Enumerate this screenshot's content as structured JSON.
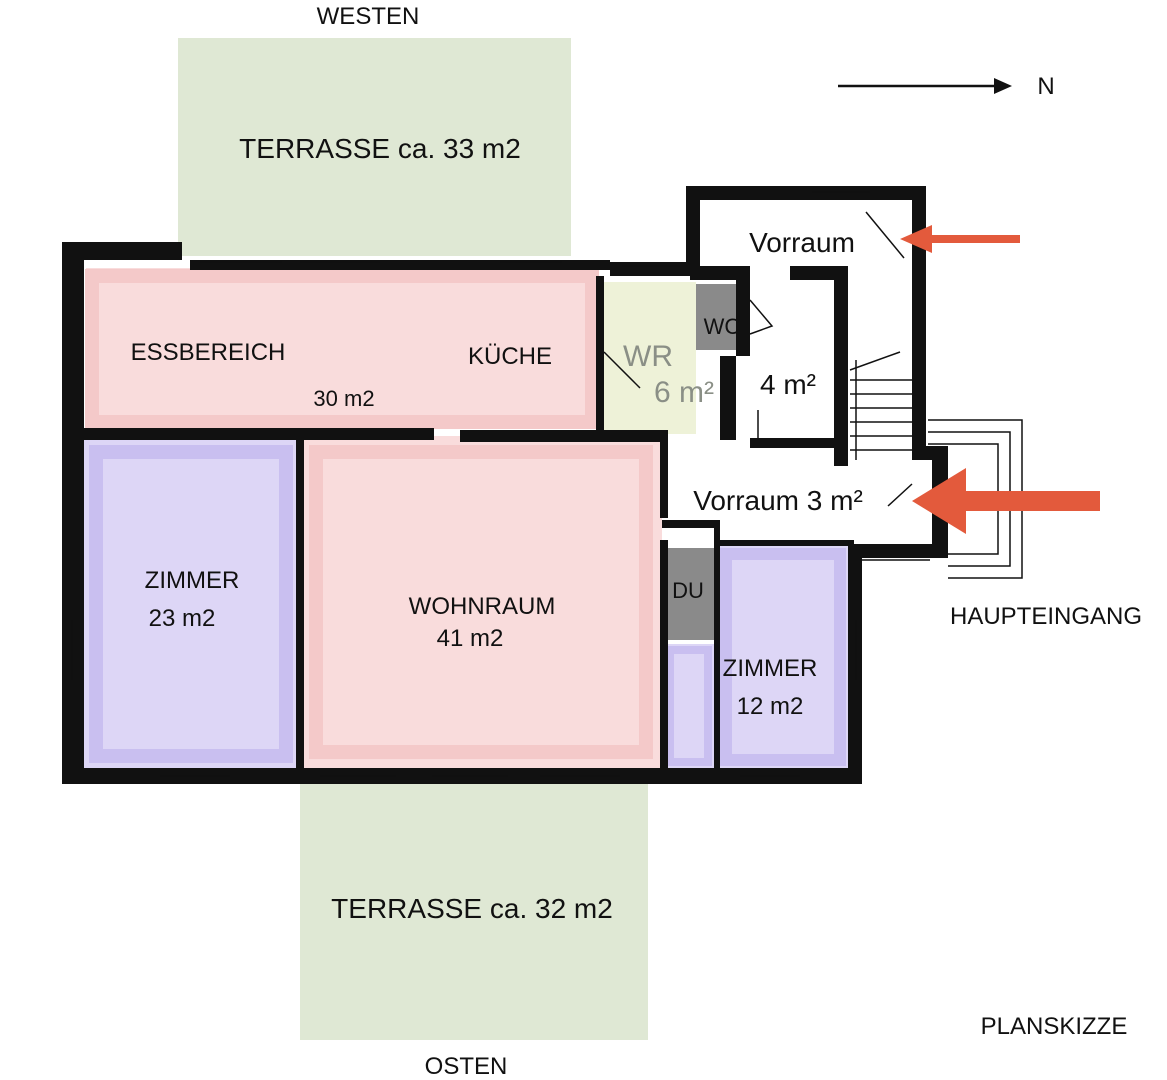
{
  "compass": {
    "west": "WESTEN",
    "east": "OSTEN",
    "north": "N"
  },
  "plan_title": "PLANSKIZZE",
  "entrance_label": "HAUPTEINGANG",
  "terraces": [
    {
      "id": "west",
      "label": "TERRASSE ca. 33 m2"
    },
    {
      "id": "east",
      "label": "TERRASSE ca. 32 m2"
    }
  ],
  "rooms": {
    "essbereich": "ESSBEREICH",
    "kueche": "KÜCHE",
    "ess_area": "30 m2",
    "zimmer_left": {
      "name": "ZIMMER",
      "area": "23 m2"
    },
    "wohnraum": {
      "name": "WOHNRAUM",
      "area": "41 m2"
    },
    "zimmer_right": {
      "name": "ZIMMER",
      "area": "12 m2"
    },
    "wr": {
      "name": "WR",
      "area": "6 m²"
    },
    "wc": "WC",
    "du": "DU",
    "vorraum_top": "Vorraum",
    "hall_4": "4 m²",
    "vorraum_mid": "Vorraum 3 m²"
  },
  "colors": {
    "terrace": "#dfe8d4",
    "living": "#f9dcdc",
    "bedroom": "#ddd6f6",
    "wet_room": "#eef2d8",
    "wall": "#111111",
    "arrow": "#e35a3c"
  }
}
